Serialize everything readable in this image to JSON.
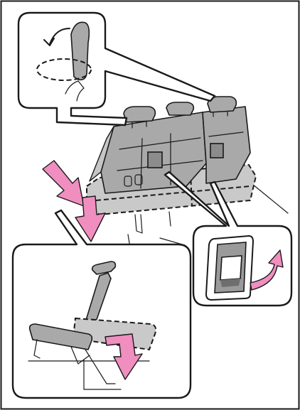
{
  "figure": {
    "panels": [
      "headrest-fold-detail",
      "main-rear-seat-view",
      "lever-detail",
      "side-fold-detail"
    ],
    "arrow_color": "#f08ec0",
    "seat_fill": "#a9a9a9",
    "outline_color": "#1a1a1a"
  }
}
